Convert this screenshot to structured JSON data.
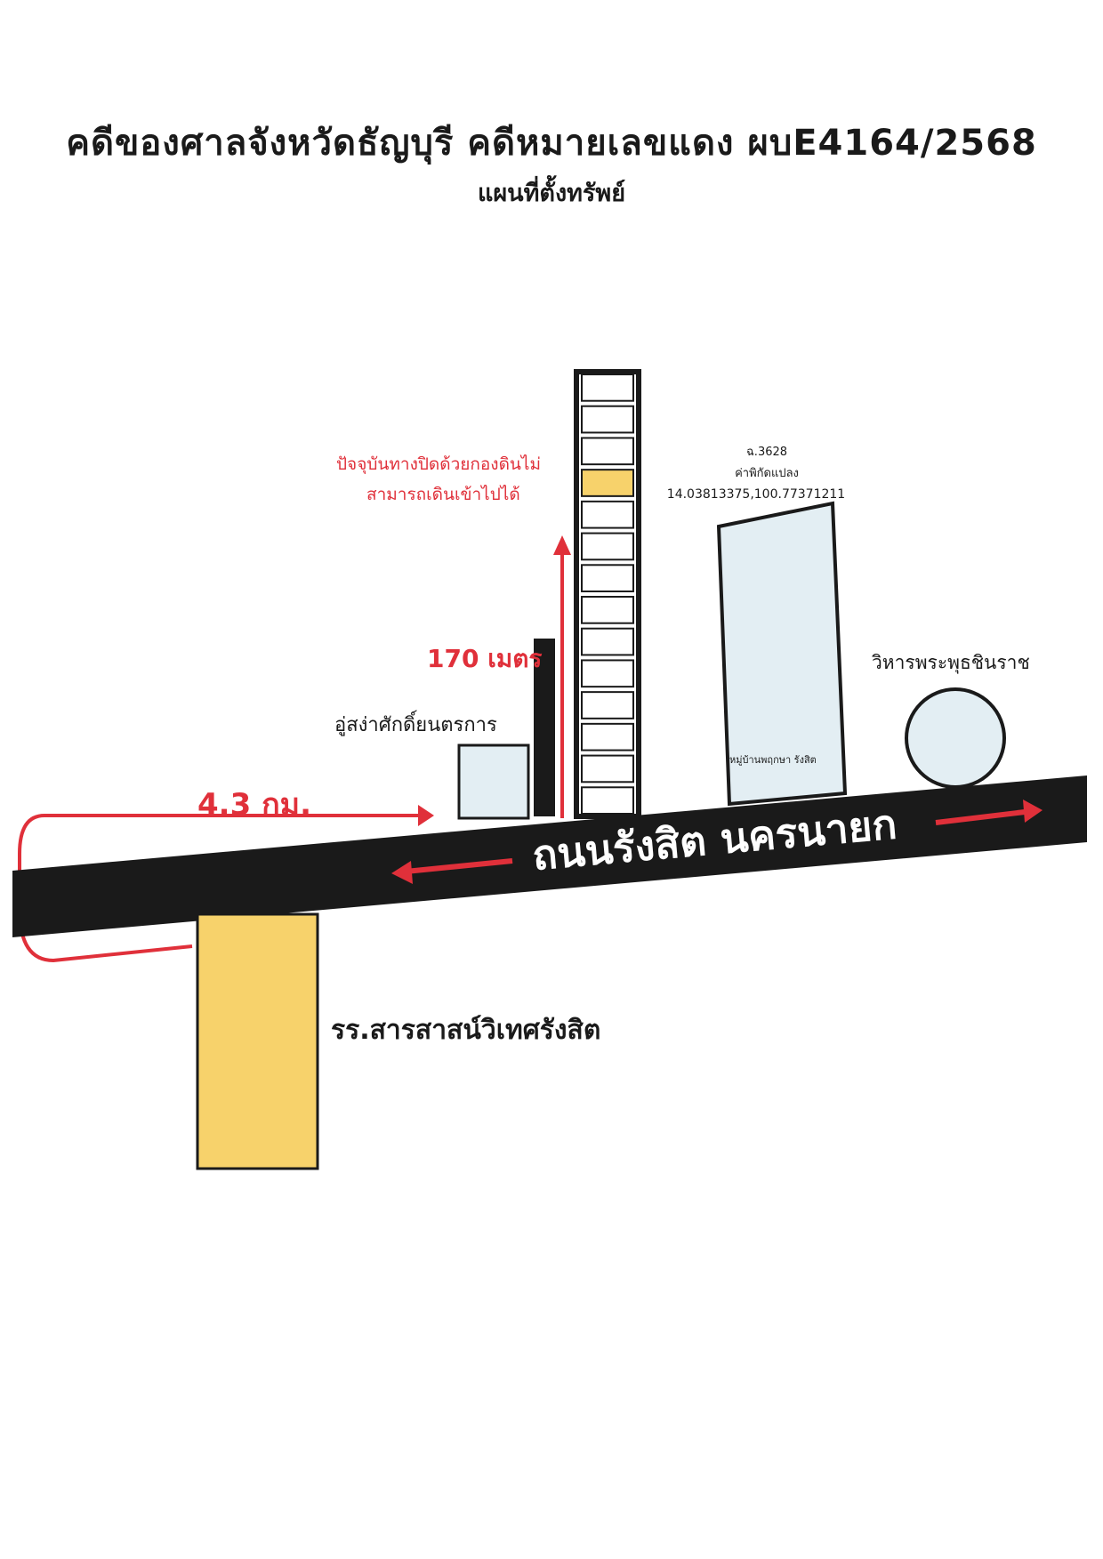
{
  "header": {
    "title": "คดีของศาลจังหวัดธัญบุรี คดีหมายเลขแดง ผบE4164/2568",
    "subtitle": "แผนที่ตั้งทรัพย์"
  },
  "map": {
    "road_label": "ถนนรังสิต นครนายก",
    "distance_label": "4.3 กม.",
    "lane_length_label": "170 เมตร",
    "lane_note_line1": "ปัจจุบันทางปิดด้วยกองดินไม่",
    "lane_note_line2": "สามารถเดินเข้าไปได้",
    "plot_id": "ฉ.3628",
    "plot_coord_label": "ค่าพิกัดแปลง",
    "plot_coordinates": "14.03813375,100.77371211",
    "village_label": "หมู่บ้านพฤกษา รังสิต",
    "temple_label": "วิหารพระพุธชินราช",
    "garage_label": "อู่สง่าศักดิ์ยนตรการ",
    "school_label": "รร.สารสาสน์วิเทศรังสิต"
  },
  "colors": {
    "road": "#1a1a1a",
    "accent_red": "#e0303a",
    "plot_yellow": "#f7d26b",
    "building_blue": "#e3eef3"
  }
}
